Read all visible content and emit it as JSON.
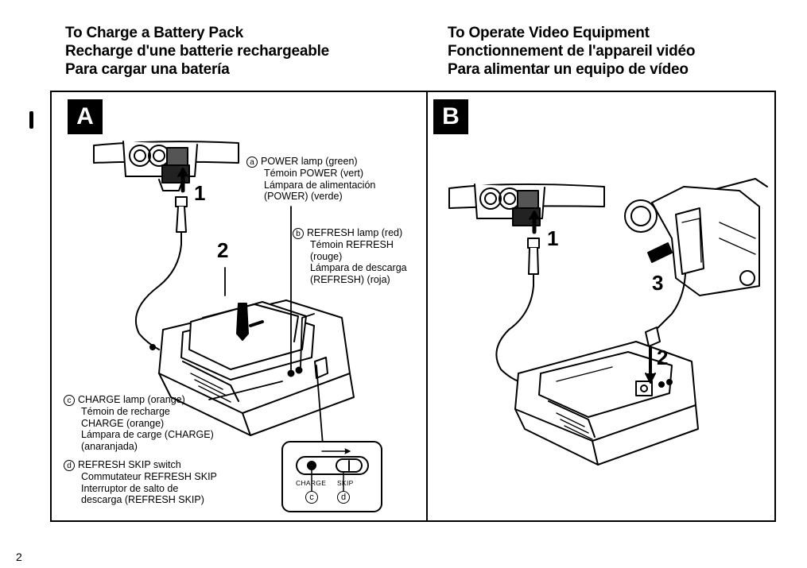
{
  "left_heading": {
    "en": "To Charge a Battery Pack",
    "fr": "Recharge d'une batterie rechargeable",
    "es": "Para cargar una batería"
  },
  "right_heading": {
    "en": "To Operate Video Equipment",
    "fr": "Fonctionnement de l'appareil vidéo",
    "es": "Para alimentar un equipo de vídeo"
  },
  "panel_a": {
    "letter": "A",
    "steps": [
      "1",
      "2"
    ],
    "callout_a": {
      "marker": "a",
      "lines": [
        "POWER lamp (green)",
        "Témoin POWER (vert)",
        "Lámpara de alimentación",
        "(POWER) (verde)"
      ]
    },
    "callout_b": {
      "marker": "b",
      "lines": [
        "REFRESH lamp (red)",
        "Témoin REFRESH",
        "(rouge)",
        "Lámpara de descarga",
        "(REFRESH) (roja)"
      ]
    },
    "callout_c": {
      "marker": "c",
      "lines": [
        "CHARGE lamp (orange)",
        "Témoin de recharge",
        "CHARGE (orange)",
        "Lámpara de carge (CHARGE)",
        "(anaranjada)"
      ]
    },
    "callout_d": {
      "marker": "d",
      "lines": [
        "REFRESH SKIP switch",
        "Commutateur REFRESH SKIP",
        "Interruptor de salto de",
        "descarga (REFRESH SKIP)"
      ]
    },
    "switch_inset": {
      "label_charge": "CHARGE",
      "label_skip": "SKIP",
      "marker_c": "c",
      "marker_d": "d"
    }
  },
  "panel_b": {
    "letter": "B",
    "steps": [
      "1",
      "2",
      "3"
    ]
  },
  "page_number": "2"
}
